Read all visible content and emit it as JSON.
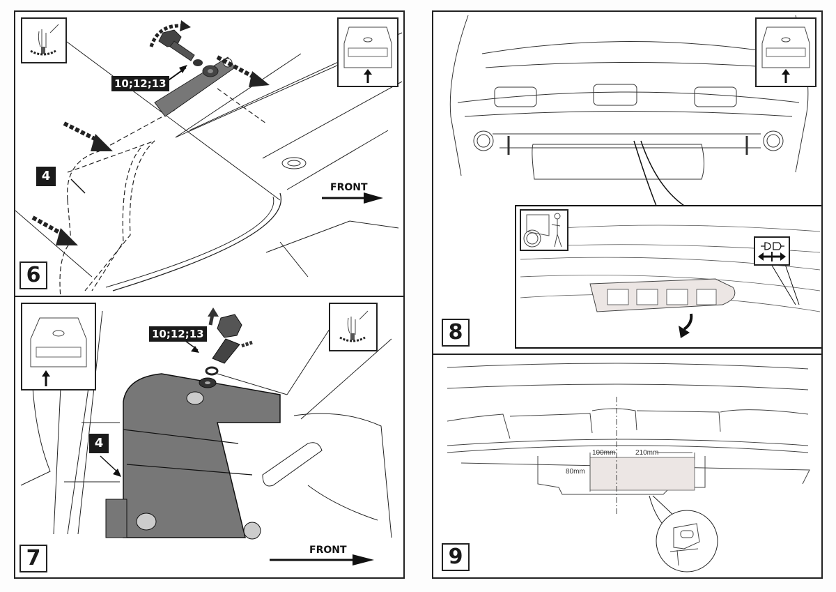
{
  "document": {
    "type": "installation-instructions",
    "steps": [
      {
        "number": "6",
        "torque_label": "10;12;13",
        "part_label": "4",
        "direction_label": "FRONT",
        "icons": [
          "hand-tighten-icon",
          "car-rear-view-icon"
        ]
      },
      {
        "number": "7",
        "torque_label": "10;12;13",
        "part_label": "4",
        "direction_label": "FRONT",
        "icons": [
          "car-rear-view-icon",
          "hand-tighten-icon"
        ]
      },
      {
        "number": "8",
        "icons": [
          "car-rear-view-icon",
          "mechanic-icon",
          "disconnect-connector-icon"
        ]
      },
      {
        "number": "9",
        "dimensions": {
          "offset": "100mm",
          "width": "210mm",
          "height": "80mm"
        },
        "icons": [
          "jigsaw-icon"
        ]
      }
    ]
  }
}
